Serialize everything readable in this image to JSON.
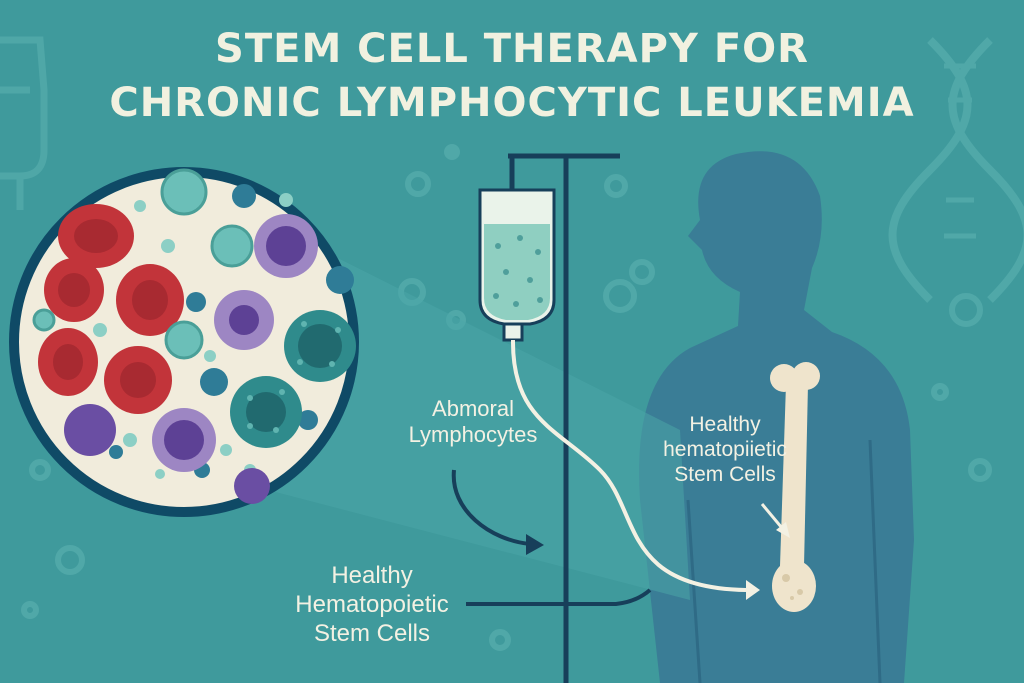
{
  "title": {
    "line1": "STEM CELL THERAPY FOR",
    "line2": "CHRONIC LYMPHOCYTIC LEUKEMIA"
  },
  "labels": {
    "abnormal": [
      "Abmoral",
      "Lymphocytes"
    ],
    "healthy_bone": [
      "Healthy",
      "hematopiietic",
      "Stem Cells"
    ],
    "healthy_main": [
      "Healthy",
      "Hematopoietic",
      "Stem Cells"
    ]
  },
  "colors": {
    "background": "#3f9a9c",
    "title_text": "#f1f1e0",
    "body_silhouette": "#3a7d96",
    "magnifier_fill": "#f1ecdc",
    "magnifier_rim": "#0f4a66",
    "red_cell": "#c2343a",
    "purple_lymphocyte": "#7d62a9",
    "teal_blast": "#2f8b8c",
    "iv_fluid": "#8fcfc1",
    "bone": "#efe4cc"
  },
  "icons": [
    "dna-icon",
    "iv-bag-icon",
    "bone-icon",
    "person-silhouette",
    "magnified-blood-cells"
  ]
}
